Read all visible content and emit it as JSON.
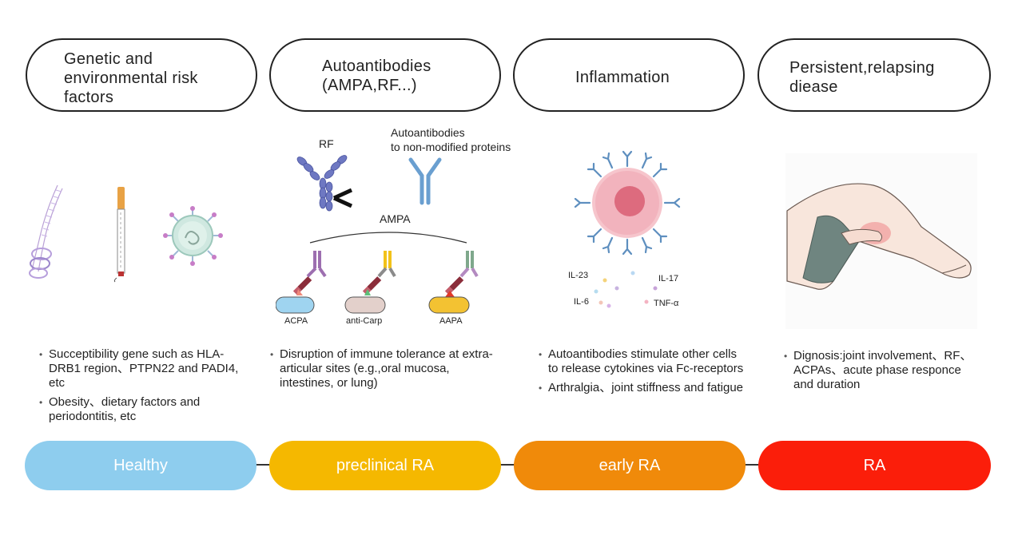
{
  "headers": [
    {
      "lines": [
        "Genetic and",
        "environmental risk",
        "factors"
      ]
    },
    {
      "lines": [
        "Autoantibodies",
        "(AMPA,RF...)"
      ]
    },
    {
      "lines": [
        "Inflammation"
      ]
    },
    {
      "lines": [
        "Persistent,relapsing",
        "diease"
      ]
    }
  ],
  "panel2": {
    "rf_label": "RF",
    "non_modified_label_1": "Autoantibodies",
    "non_modified_label_2": "to non-modified proteins",
    "ampa_label": "AMPA",
    "acpa_label": "ACPA",
    "anticarp_label": "anti-Carp",
    "aapa_label": "AAPA"
  },
  "panel3": {
    "cytokines": [
      "IL-23",
      "IL-17",
      "IL-6",
      "TNF-α"
    ]
  },
  "bullets": [
    [
      "Succeptibility gene such as HLA-DRB1 region、PTPN22 and PADI4, etc",
      "Obesity、dietary factors and periodontitis, etc"
    ],
    [
      "Disruption of immune tolerance at extra-articular sites (e.g.,oral mucosa, intestines, or lung)"
    ],
    [
      "Autoantibodies stimulate other cells to release cytokines via Fc-receptors",
      "Arthralgia、joint stiffness and fatigue"
    ],
    [
      "Dignosis:joint involvement、RF、ACPAs、acute phase responce and duration"
    ]
  ],
  "stages": [
    {
      "label": "Healthy",
      "color": "#8ecdee"
    },
    {
      "label": "preclinical RA",
      "color": "#f5b800"
    },
    {
      "label": "early RA",
      "color": "#f08a0a"
    },
    {
      "label": "RA",
      "color": "#fb1e0a"
    }
  ],
  "icons": [
    "dna-icon",
    "cigarette-icon",
    "virus-icon",
    "rf-antibody-icon",
    "antibody-icon",
    "acpa-icon",
    "anticarp-icon",
    "aapa-icon",
    "immune-cell-icon",
    "knee-pain-icon"
  ]
}
